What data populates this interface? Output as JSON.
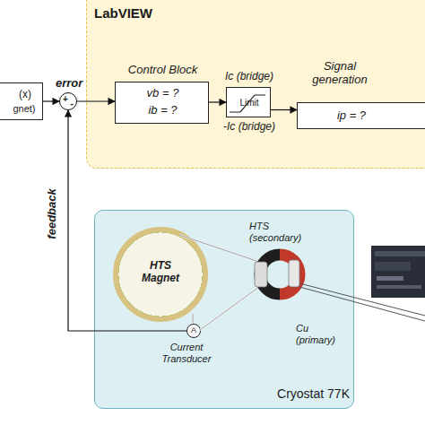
{
  "diagram": {
    "nodes": [
      {
        "text": [
          "(x)",
          "gnet)"
        ]
      },
      {
        "text": [
          "+",
          "-"
        ]
      },
      {
        "text": [
          "LabVIEW"
        ]
      },
      {
        "text": [
          "Control Block",
          "vb = ?",
          "ib = ?"
        ],
        "in": 2
      },
      {
        "text": [
          "Ic (bridge)",
          "Limit",
          "-Ic (bridge)"
        ],
        "in": 2
      },
      {
        "text": [
          "Signal generation",
          "ip = ?"
        ],
        "in": 2
      },
      {
        "text": [
          "Cryostat 77K"
        ]
      },
      {
        "text": [
          "HTS Magnet"
        ],
        "in": 6
      },
      {
        "text": [
          "A",
          "Current Transducer"
        ],
        "in": 6
      }
    ],
    "edges": [
      {
        "from": 0,
        "to": 1,
        "arrow": "to"
      },
      {
        "from": 1,
        "to": 3,
        "arrow": "to"
      },
      {
        "from": 3,
        "to": 4,
        "arrow": "to"
      },
      {
        "from": 4,
        "to": 5,
        "arrow": "to"
      },
      {
        "from": 8,
        "to": 1,
        "label": "feedback",
        "arrow": "to"
      }
    ],
    "labels": [
      "error",
      "HTS (secondary)",
      "Cu (primary)"
    ]
  }
}
